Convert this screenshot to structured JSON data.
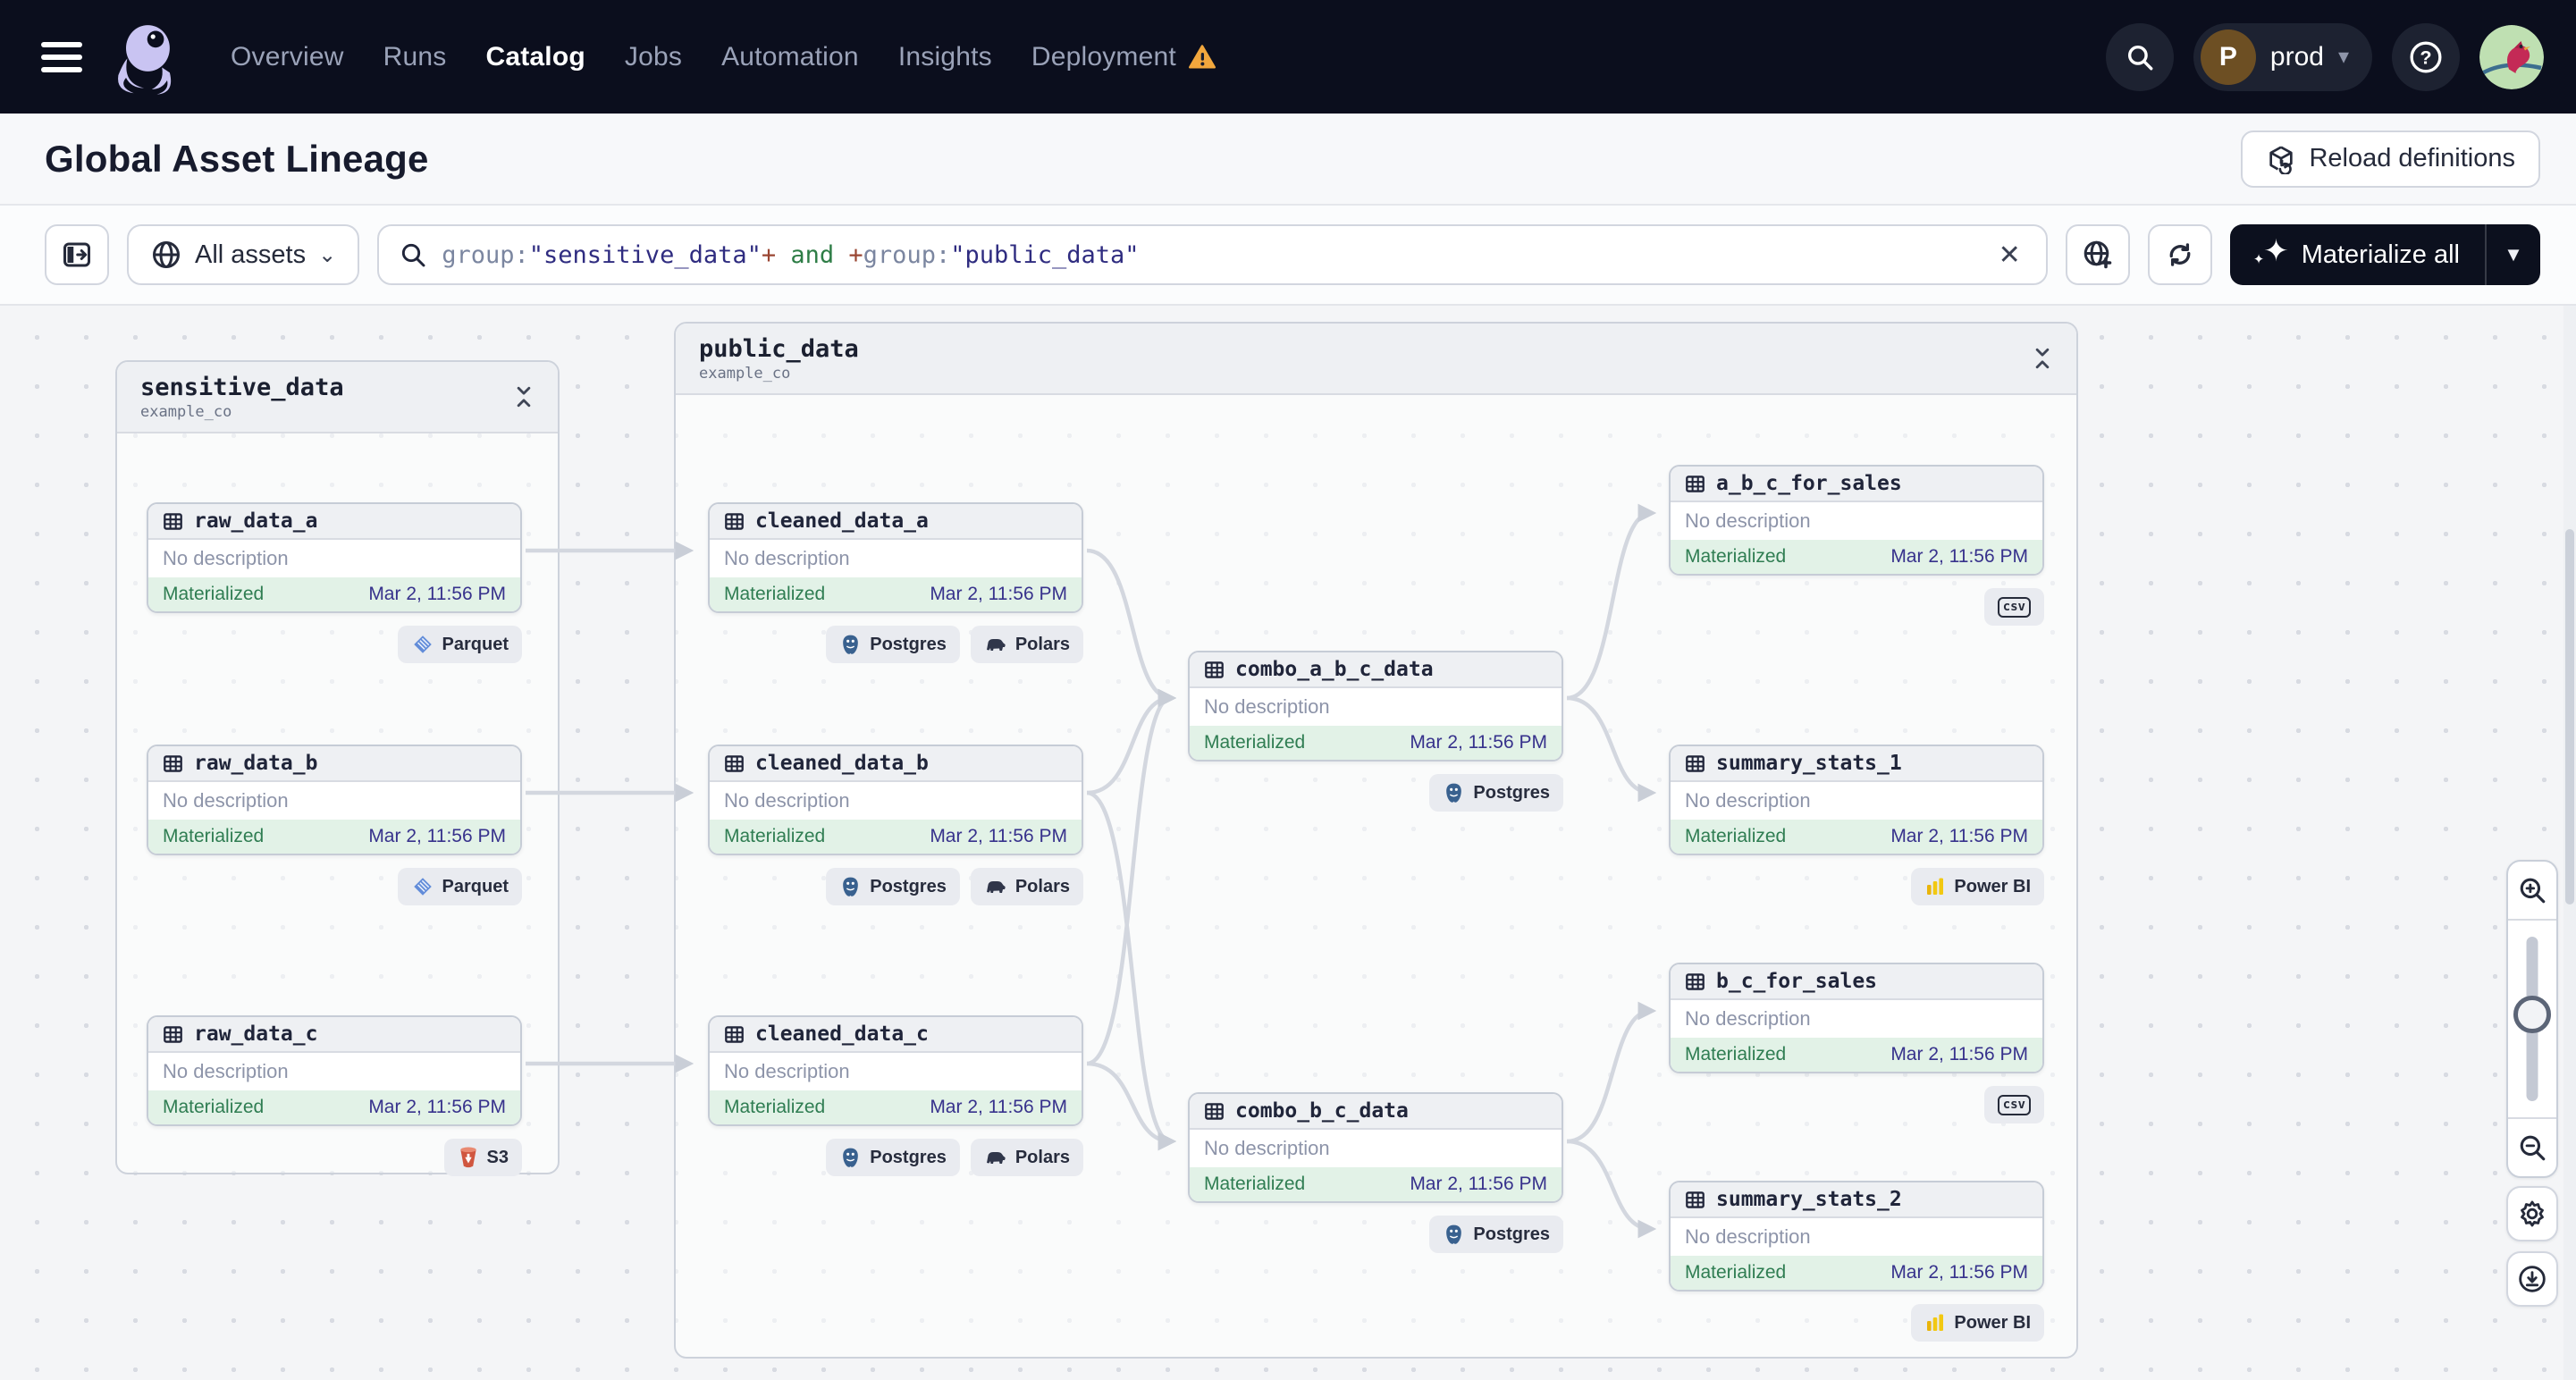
{
  "nav": {
    "items": [
      "Overview",
      "Runs",
      "Catalog",
      "Jobs",
      "Automation",
      "Insights",
      "Deployment"
    ],
    "active_item": "Catalog",
    "environment": {
      "initial": "P",
      "name": "prod"
    }
  },
  "header": {
    "title": "Global Asset Lineage",
    "reload_label": "Reload definitions"
  },
  "toolbar": {
    "scope_label": "All assets",
    "materialize_label": "Materialize all",
    "search": {
      "tokens": [
        {
          "text": "group:",
          "color": "#7b86a0"
        },
        {
          "text": "\"sensitive_data\"",
          "color": "#2f2c80"
        },
        {
          "text": "+",
          "color": "#9a4632"
        },
        {
          "text": " and ",
          "color": "#2e7d46"
        },
        {
          "text": "+",
          "color": "#9a4632"
        },
        {
          "text": "group:",
          "color": "#7b86a0"
        },
        {
          "text": "\"public_data\"",
          "color": "#2f2c80"
        }
      ]
    }
  },
  "graph": {
    "groups": [
      {
        "name": "sensitive_data",
        "subtitle": "example_co"
      },
      {
        "name": "public_data",
        "subtitle": "example_co"
      }
    ],
    "nodes": [
      {
        "id": "raw_data_a",
        "label": "raw_data_a",
        "description": "No description",
        "status": "Materialized",
        "timestamp": "Mar 2, 11:56 PM",
        "badges": [
          {
            "icon": "parquet-icon",
            "label": "Parquet"
          }
        ]
      },
      {
        "id": "raw_data_b",
        "label": "raw_data_b",
        "description": "No description",
        "status": "Materialized",
        "timestamp": "Mar 2, 11:56 PM",
        "badges": [
          {
            "icon": "parquet-icon",
            "label": "Parquet"
          }
        ]
      },
      {
        "id": "raw_data_c",
        "label": "raw_data_c",
        "description": "No description",
        "status": "Materialized",
        "timestamp": "Mar 2, 11:56 PM",
        "badges": [
          {
            "icon": "s3-icon",
            "label": "S3"
          }
        ]
      },
      {
        "id": "cleaned_data_a",
        "label": "cleaned_data_a",
        "description": "No description",
        "status": "Materialized",
        "timestamp": "Mar 2, 11:56 PM",
        "badges": [
          {
            "icon": "postgres-icon",
            "label": "Postgres"
          },
          {
            "icon": "polars-icon",
            "label": "Polars"
          }
        ]
      },
      {
        "id": "cleaned_data_b",
        "label": "cleaned_data_b",
        "description": "No description",
        "status": "Materialized",
        "timestamp": "Mar 2, 11:56 PM",
        "badges": [
          {
            "icon": "postgres-icon",
            "label": "Postgres"
          },
          {
            "icon": "polars-icon",
            "label": "Polars"
          }
        ]
      },
      {
        "id": "cleaned_data_c",
        "label": "cleaned_data_c",
        "description": "No description",
        "status": "Materialized",
        "timestamp": "Mar 2, 11:56 PM",
        "badges": [
          {
            "icon": "postgres-icon",
            "label": "Postgres"
          },
          {
            "icon": "polars-icon",
            "label": "Polars"
          }
        ]
      },
      {
        "id": "combo_a_b_c_data",
        "label": "combo_a_b_c_data",
        "description": "No description",
        "status": "Materialized",
        "timestamp": "Mar 2, 11:56 PM",
        "badges": [
          {
            "icon": "postgres-icon",
            "label": "Postgres"
          }
        ]
      },
      {
        "id": "combo_b_c_data",
        "label": "combo_b_c_data",
        "description": "No description",
        "status": "Materialized",
        "timestamp": "Mar 2, 11:56 PM",
        "badges": [
          {
            "icon": "postgres-icon",
            "label": "Postgres"
          }
        ]
      },
      {
        "id": "a_b_c_for_sales",
        "label": "a_b_c_for_sales",
        "description": "No description",
        "status": "Materialized",
        "timestamp": "Mar 2, 11:56 PM",
        "badges": [
          {
            "icon": "csv-icon",
            "label": ""
          }
        ]
      },
      {
        "id": "summary_stats_1",
        "label": "summary_stats_1",
        "description": "No description",
        "status": "Materialized",
        "timestamp": "Mar 2, 11:56 PM",
        "badges": [
          {
            "icon": "powerbi-icon",
            "label": "Power BI"
          }
        ]
      },
      {
        "id": "b_c_for_sales",
        "label": "b_c_for_sales",
        "description": "No description",
        "status": "Materialized",
        "timestamp": "Mar 2, 11:56 PM",
        "badges": [
          {
            "icon": "csv-icon",
            "label": ""
          }
        ]
      },
      {
        "id": "summary_stats_2",
        "label": "summary_stats_2",
        "description": "No description",
        "status": "Materialized",
        "timestamp": "Mar 2, 11:56 PM",
        "badges": [
          {
            "icon": "powerbi-icon",
            "label": "Power BI"
          }
        ]
      }
    ]
  },
  "colors": {
    "nav_bg": "#0b0e1d",
    "status_green": "#2f7d52",
    "status_green_bg": "#e2f2e7",
    "timestamp_indigo": "#37328c",
    "warning_orange": "#f2a73d",
    "edge_gray": "#d3d7df",
    "materialize_bg": "#0c101e"
  }
}
